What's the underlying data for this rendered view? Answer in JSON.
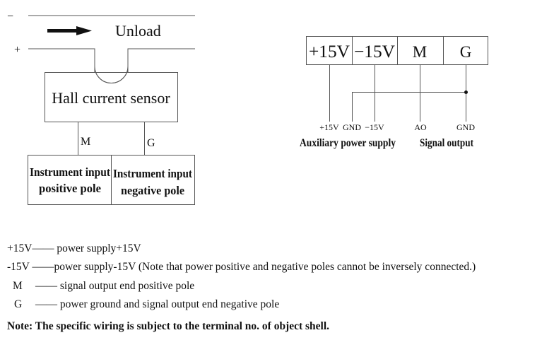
{
  "left_diagram": {
    "minus_label": "−",
    "plus_label": "+",
    "direction_label": "Unload",
    "sensor_label": "Hall current sensor",
    "wire_m_label": "M",
    "wire_g_label": "G",
    "instrument_left": {
      "line1": "Instrument input",
      "line2": "positive pole"
    },
    "instrument_right": {
      "line1": "Instrument input",
      "line2": "negative pole"
    }
  },
  "right_diagram": {
    "terminals": [
      "+15V",
      "−15V",
      "M",
      "G"
    ],
    "pin_labels": [
      "+15V",
      "GND",
      "−15V",
      "AO",
      "GND"
    ],
    "group_labels": {
      "power": "Auxiliary power supply",
      "signal": "Signal output"
    }
  },
  "legend": [
    {
      "code": "+15V",
      "dash": "——",
      "desc": " power supply+15V"
    },
    {
      "code": "-15V",
      "dash": " ——",
      "desc": "power supply-15V (Note that power positive and negative poles cannot be inversely connected.)"
    },
    {
      "code": "M",
      "dash": "——",
      "desc": " signal output end positive pole"
    },
    {
      "code": "G",
      "dash": "——",
      "desc": " power ground and signal output end negative pole"
    }
  ],
  "note": "Note: The specific wiring is subject to the terminal no. of object shell.",
  "colors": {
    "line": "#555555",
    "text": "#111111",
    "plus_minus": "#4a7a7a"
  }
}
